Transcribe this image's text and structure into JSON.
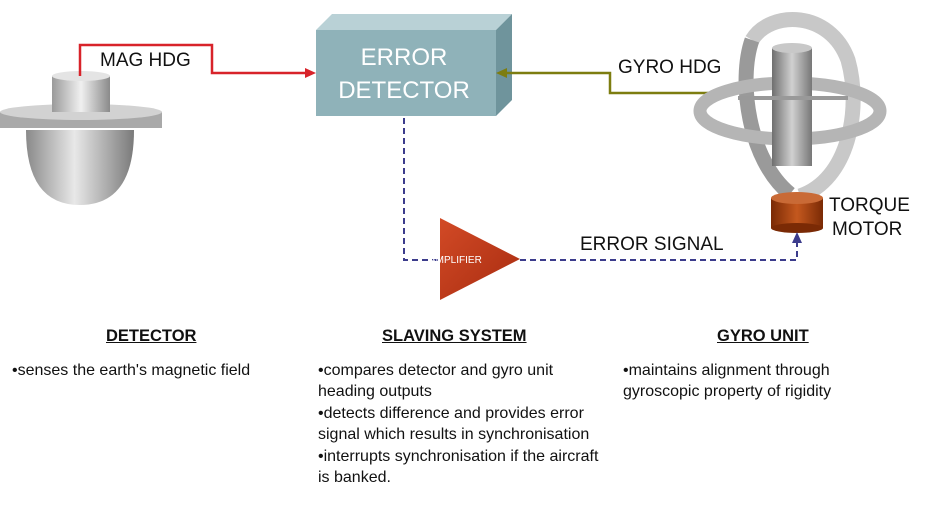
{
  "labels": {
    "error_detector_line1": "ERROR",
    "error_detector_line2": "DETECTOR",
    "mag_hdg": "MAG HDG",
    "gyro_hdg": "GYRO HDG",
    "torque_motor_line1": "TORQUE",
    "torque_motor_line2": "MOTOR",
    "error_signal": "ERROR SIGNAL",
    "amplifier": "AMPLIFIER"
  },
  "columns": {
    "detector": {
      "title": "DETECTOR",
      "bullets": [
        "•senses the earth's magnetic field"
      ]
    },
    "slaving": {
      "title": "SLAVING SYSTEM",
      "bullets": [
        "•compares detector and gyro unit heading outputs",
        "•detects difference and provides error signal which results in synchronisation",
        "•interrupts synchronisation if the aircraft is banked."
      ]
    },
    "gyro": {
      "title": "GYRO UNIT",
      "bullets": [
        "•maintains alignment through gyroscopic property of rigidity"
      ]
    }
  },
  "colors": {
    "mag_line": "#d8232a",
    "gyro_line": "#7d7d10",
    "signal_line": "#3c3c8c",
    "detector_box": "#8fb2b9",
    "amplifier": "#c0391b",
    "torque_motor": "#a8400f"
  }
}
